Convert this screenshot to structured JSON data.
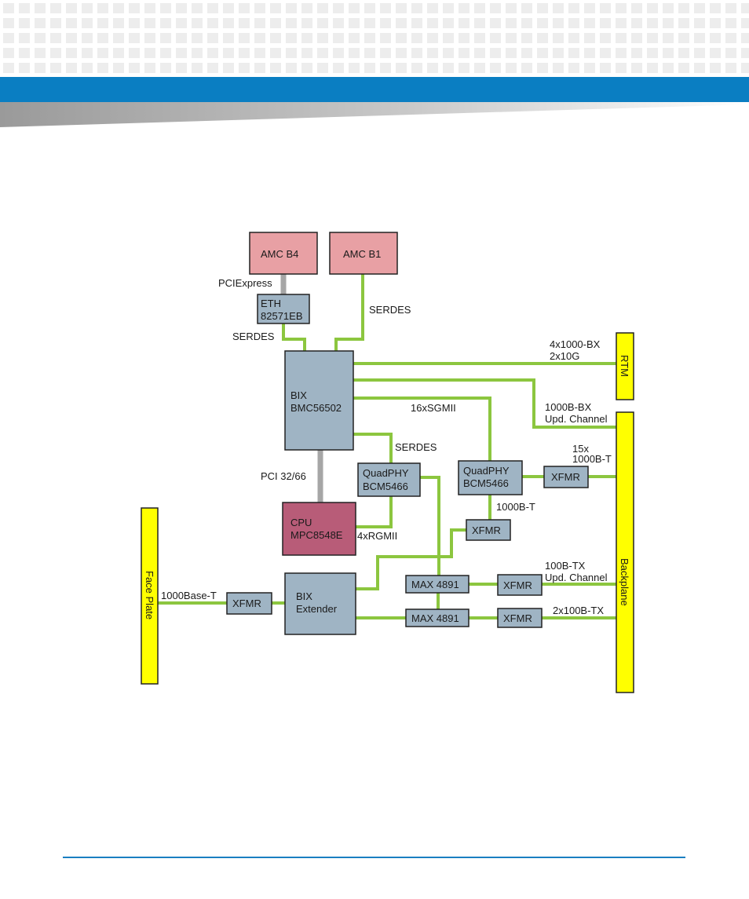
{
  "diagram": {
    "blocks": {
      "amc_b4": "AMC B4",
      "amc_b1": "AMC B1",
      "eth_1": "ETH",
      "eth_2": "82571EB",
      "bix_1": "BIX",
      "bix_2": "BMC56502",
      "cpu_1": "CPU",
      "cpu_2": "MPC8548E",
      "quadphy_a_1": "QuadPHY",
      "quadphy_a_2": "BCM5466",
      "quadphy_b_1": "QuadPHY",
      "quadphy_b_2": "BCM5466",
      "xfmr": "XFMR",
      "bix_ext_1": "BIX",
      "bix_ext_2": "Extender",
      "max_4891": "MAX 4891",
      "rtm": "RTM",
      "backplane": "Backplane",
      "face_plate": "Face Plate"
    },
    "labels": {
      "pci_express": "PCIExpress",
      "serdes": "SERDES",
      "eth_1000_bx_1": "4x1000-BX",
      "eth_1000_bx_2": "2x10G",
      "sgmii": "16xSGMII",
      "upd_1": "1000B-BX",
      "upd_2": "Upd. Channel",
      "t15_1": "15x",
      "t15_2": "1000B-T",
      "pci": "PCI 32/66",
      "b1000t": "1000B-T",
      "rgmii": "4xRGMII",
      "tx100_1": "100B-TX",
      "tx100_2": "Upd. Channel",
      "tx2x100": "2x100B-TX",
      "base1000t": "1000Base-T"
    },
    "colors": {
      "header_band": "#0a7ec2",
      "amc": "#e8a0a4",
      "cpu": "#b85c78",
      "block": "#9fb4c4",
      "bus": "#8cc63f",
      "yellow": "#ffff00"
    }
  }
}
